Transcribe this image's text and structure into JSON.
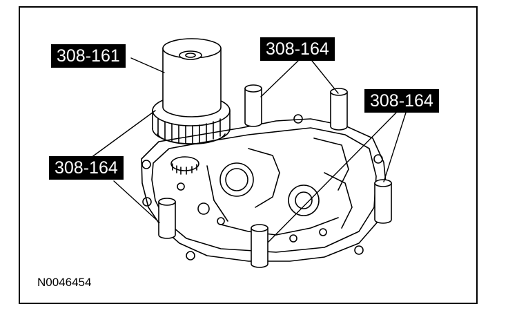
{
  "callouts": {
    "tool_308_161": "308-161",
    "tool_308_164_top": "308-164",
    "tool_308_164_right": "308-164",
    "tool_308_164_left": "308-164"
  },
  "figure_id": "N0046454",
  "colors": {
    "line": "#000000",
    "label_bg": "#000000",
    "label_text": "#ffffff"
  }
}
